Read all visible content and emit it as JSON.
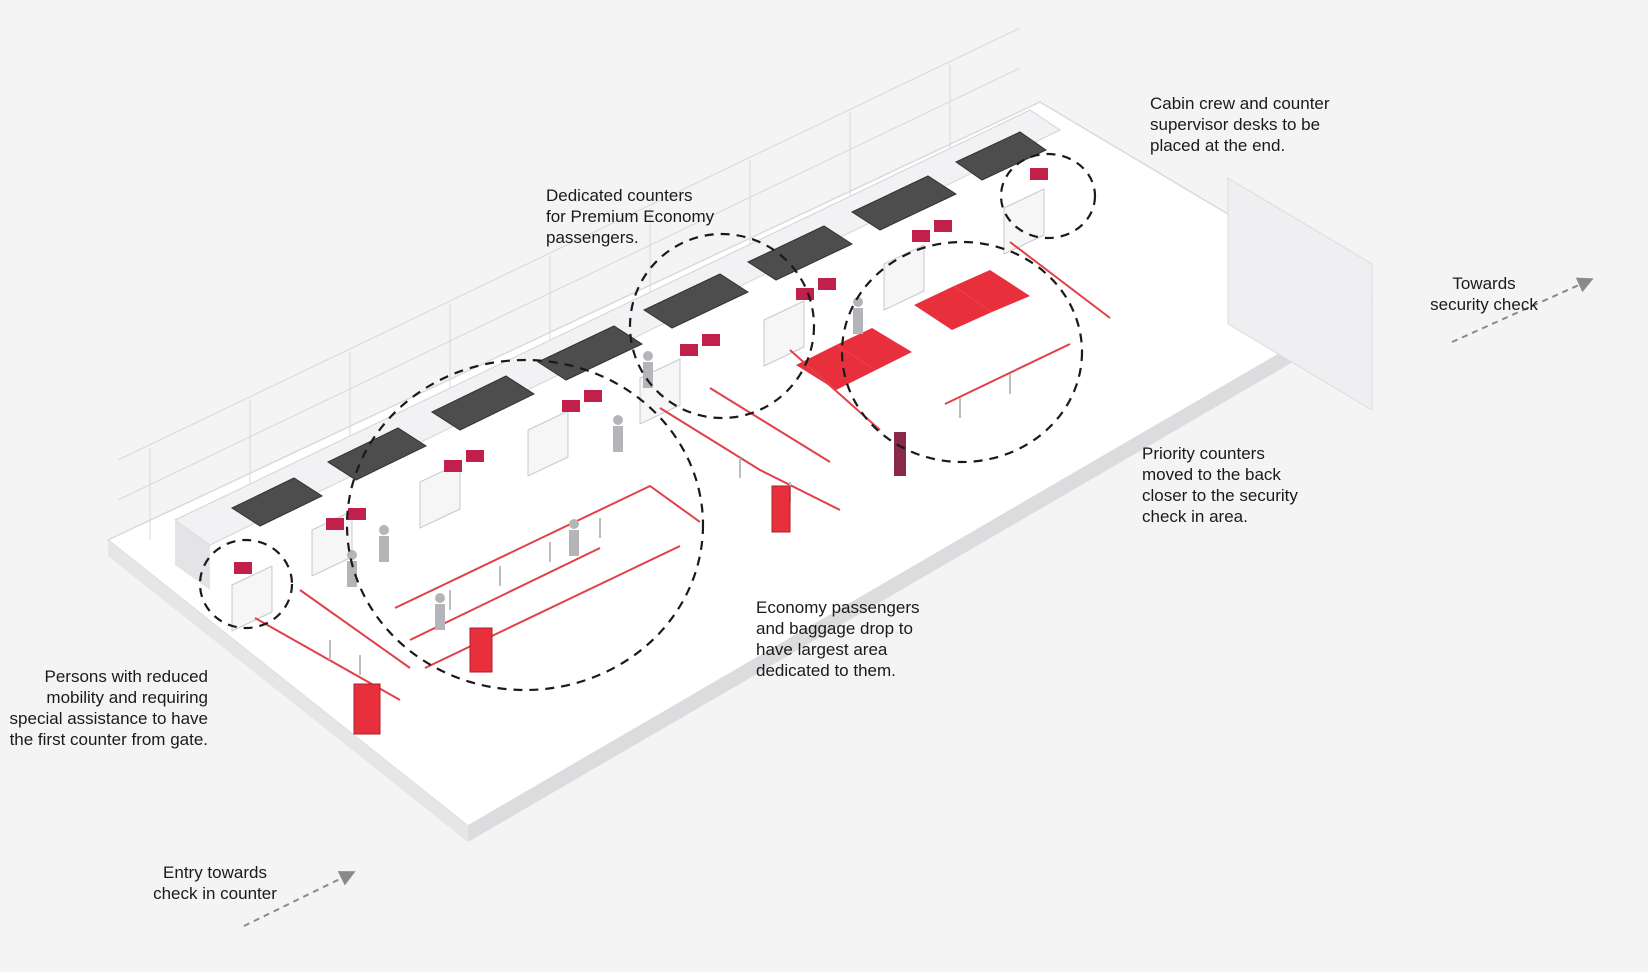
{
  "annotations": {
    "cabin_crew": {
      "lines": [
        "Cabin crew and counter",
        "supervisor desks to be",
        "placed at the end."
      ]
    },
    "premium_economy": {
      "lines": [
        "Dedicated counters",
        "for Premium Economy",
        "passengers."
      ]
    },
    "towards_security": {
      "lines": [
        "Towards",
        "security check"
      ]
    },
    "priority": {
      "lines": [
        "Priority counters",
        "moved to the back",
        "closer to the security",
        "check  in area."
      ]
    },
    "economy": {
      "lines": [
        "Economy passengers",
        "and baggage drop to",
        "have largest area",
        "dedicated to them."
      ]
    },
    "reduced_mobility": {
      "lines": [
        "Persons with reduced",
        "mobility and requiring",
        "special assistance to have",
        "the first counter from gate."
      ]
    },
    "entry": {
      "lines": [
        "Entry towards",
        "check  in counter"
      ]
    }
  },
  "colors": {
    "background": "#f4f4f5",
    "floor": "#ffffff",
    "wall": "#ebebed",
    "conveyor": "#4d4d4d",
    "accent_red": "#e8303c",
    "zone_outline": "#1a1a1a",
    "flow_arrow": "#8a8a8a",
    "screen_magenta": "#c0204a",
    "figure_gray": "#b5b5b9"
  },
  "icons": [
    "dashed-flow-arrow",
    "zone-circle",
    "check-in-counter",
    "baggage-conveyor",
    "queue-barrier",
    "red-floor-mat",
    "info-stand",
    "passenger-figure"
  ]
}
